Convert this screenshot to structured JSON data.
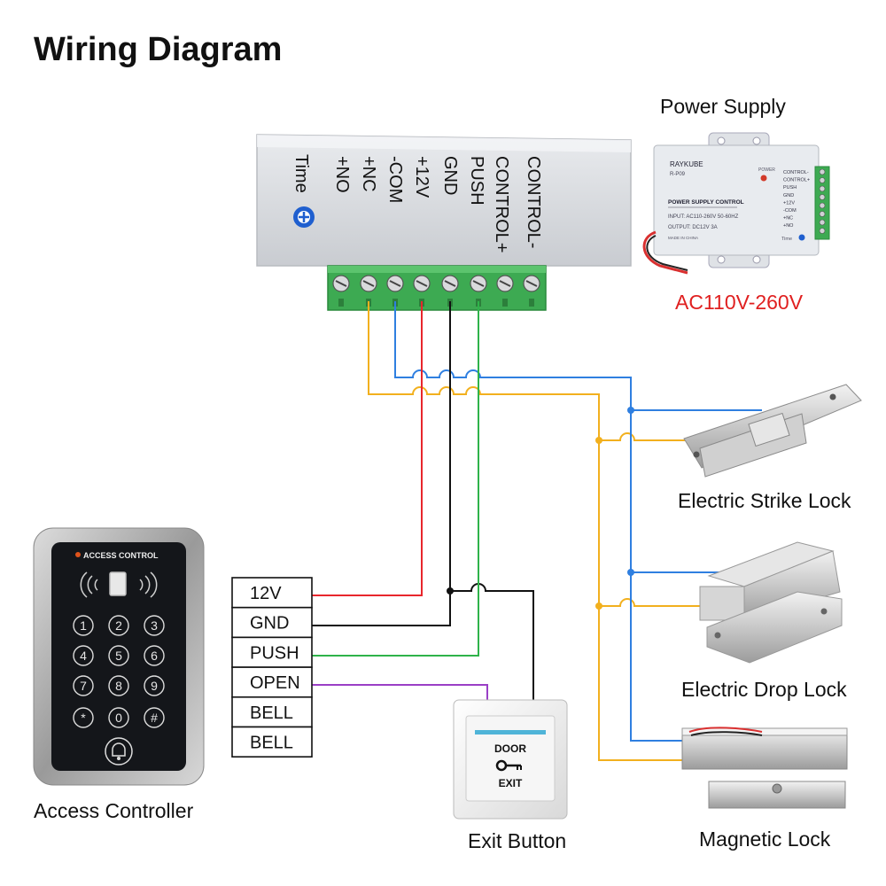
{
  "title": "Wiring Diagram",
  "labels": {
    "power_supply": "Power Supply",
    "ac_input": "AC110V-260V",
    "strike_lock": "Electric Strike Lock",
    "drop_lock": "Electric Drop Lock",
    "magnetic_lock": "Magnetic Lock",
    "access_controller": "Access Controller",
    "exit_button": "Exit Button"
  },
  "power_terminals": [
    "+NO",
    "+NC",
    "-COM",
    "+12V",
    "GND",
    "PUSH",
    "CONTROL+",
    "CONTROL-"
  ],
  "power_time_label": "Time",
  "power_supply_photo": {
    "brand": "RAYKUBE",
    "model": "R-P09",
    "panel_title": "POWER SUPPLY CONTROL",
    "input": "INPUT: AC110-260V 50-60HZ",
    "output": "OUTPUT: DC12V  3A",
    "made_in": "MADE IN CHINA",
    "power_led": "POWER",
    "terminals": [
      "CONTROL-",
      "CONTROL+",
      "PUSH",
      "GND",
      "+12V",
      "-COM",
      "+NC",
      "+NO"
    ],
    "time_label": "Time"
  },
  "controller_terminals": [
    "12V",
    "GND",
    "PUSH",
    "OPEN",
    "BELL",
    "BELL"
  ],
  "keypad": {
    "header": "ACCESS CONTROL",
    "keys": [
      "1",
      "2",
      "3",
      "4",
      "5",
      "6",
      "7",
      "8",
      "9",
      "*",
      "0",
      "#"
    ]
  },
  "exit_plate": {
    "top": "DOOR",
    "bottom": "EXIT"
  },
  "colors": {
    "red": "#e8262c",
    "black": "#111111",
    "green": "#2fb34a",
    "blue": "#2f7fe0",
    "orange": "#f2b01e",
    "purple": "#9a3fc6",
    "terminal_green": "#3daa52"
  }
}
